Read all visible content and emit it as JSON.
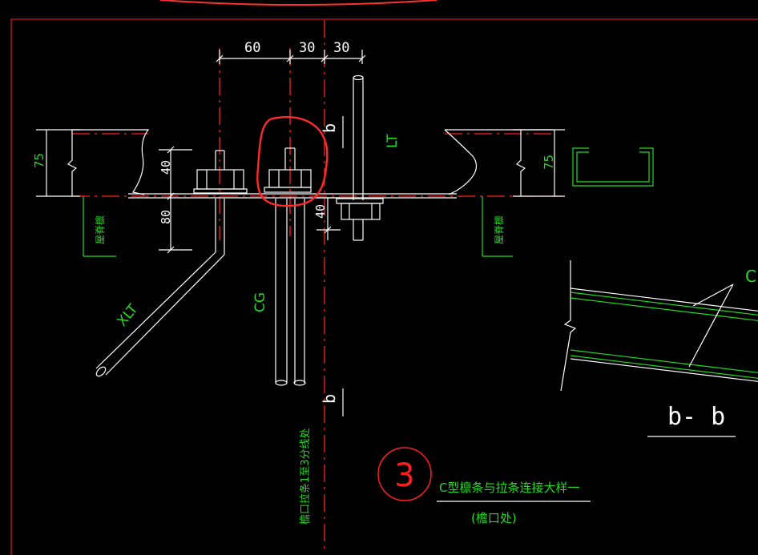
{
  "colors": {
    "background": "#000000",
    "geometry": "#ffffff",
    "annotation": "#22dd22",
    "centerline": "#ff2020",
    "highlight": "#ff2a2a"
  },
  "dimensions": {
    "top_1": "60",
    "top_2": "30",
    "top_3": "30",
    "left_height": "75",
    "right_height": "75",
    "nut_height": "40",
    "lower_height": "80",
    "right_nut_height": "40"
  },
  "labels": {
    "xlt": "XLT",
    "cg": "CG",
    "lt": "LT",
    "section_mark_top": "b",
    "section_mark_bottom": "b",
    "left_note": "屋脊檩",
    "right_note": "屋脊檩",
    "vertical_note": "檐口拉条1至3分线处",
    "section_view": "b- b",
    "c_mark": "C"
  },
  "title_block": {
    "number": "3",
    "title": "C型檩条与拉条连接大样一",
    "subtitle": "(檐口处)"
  }
}
